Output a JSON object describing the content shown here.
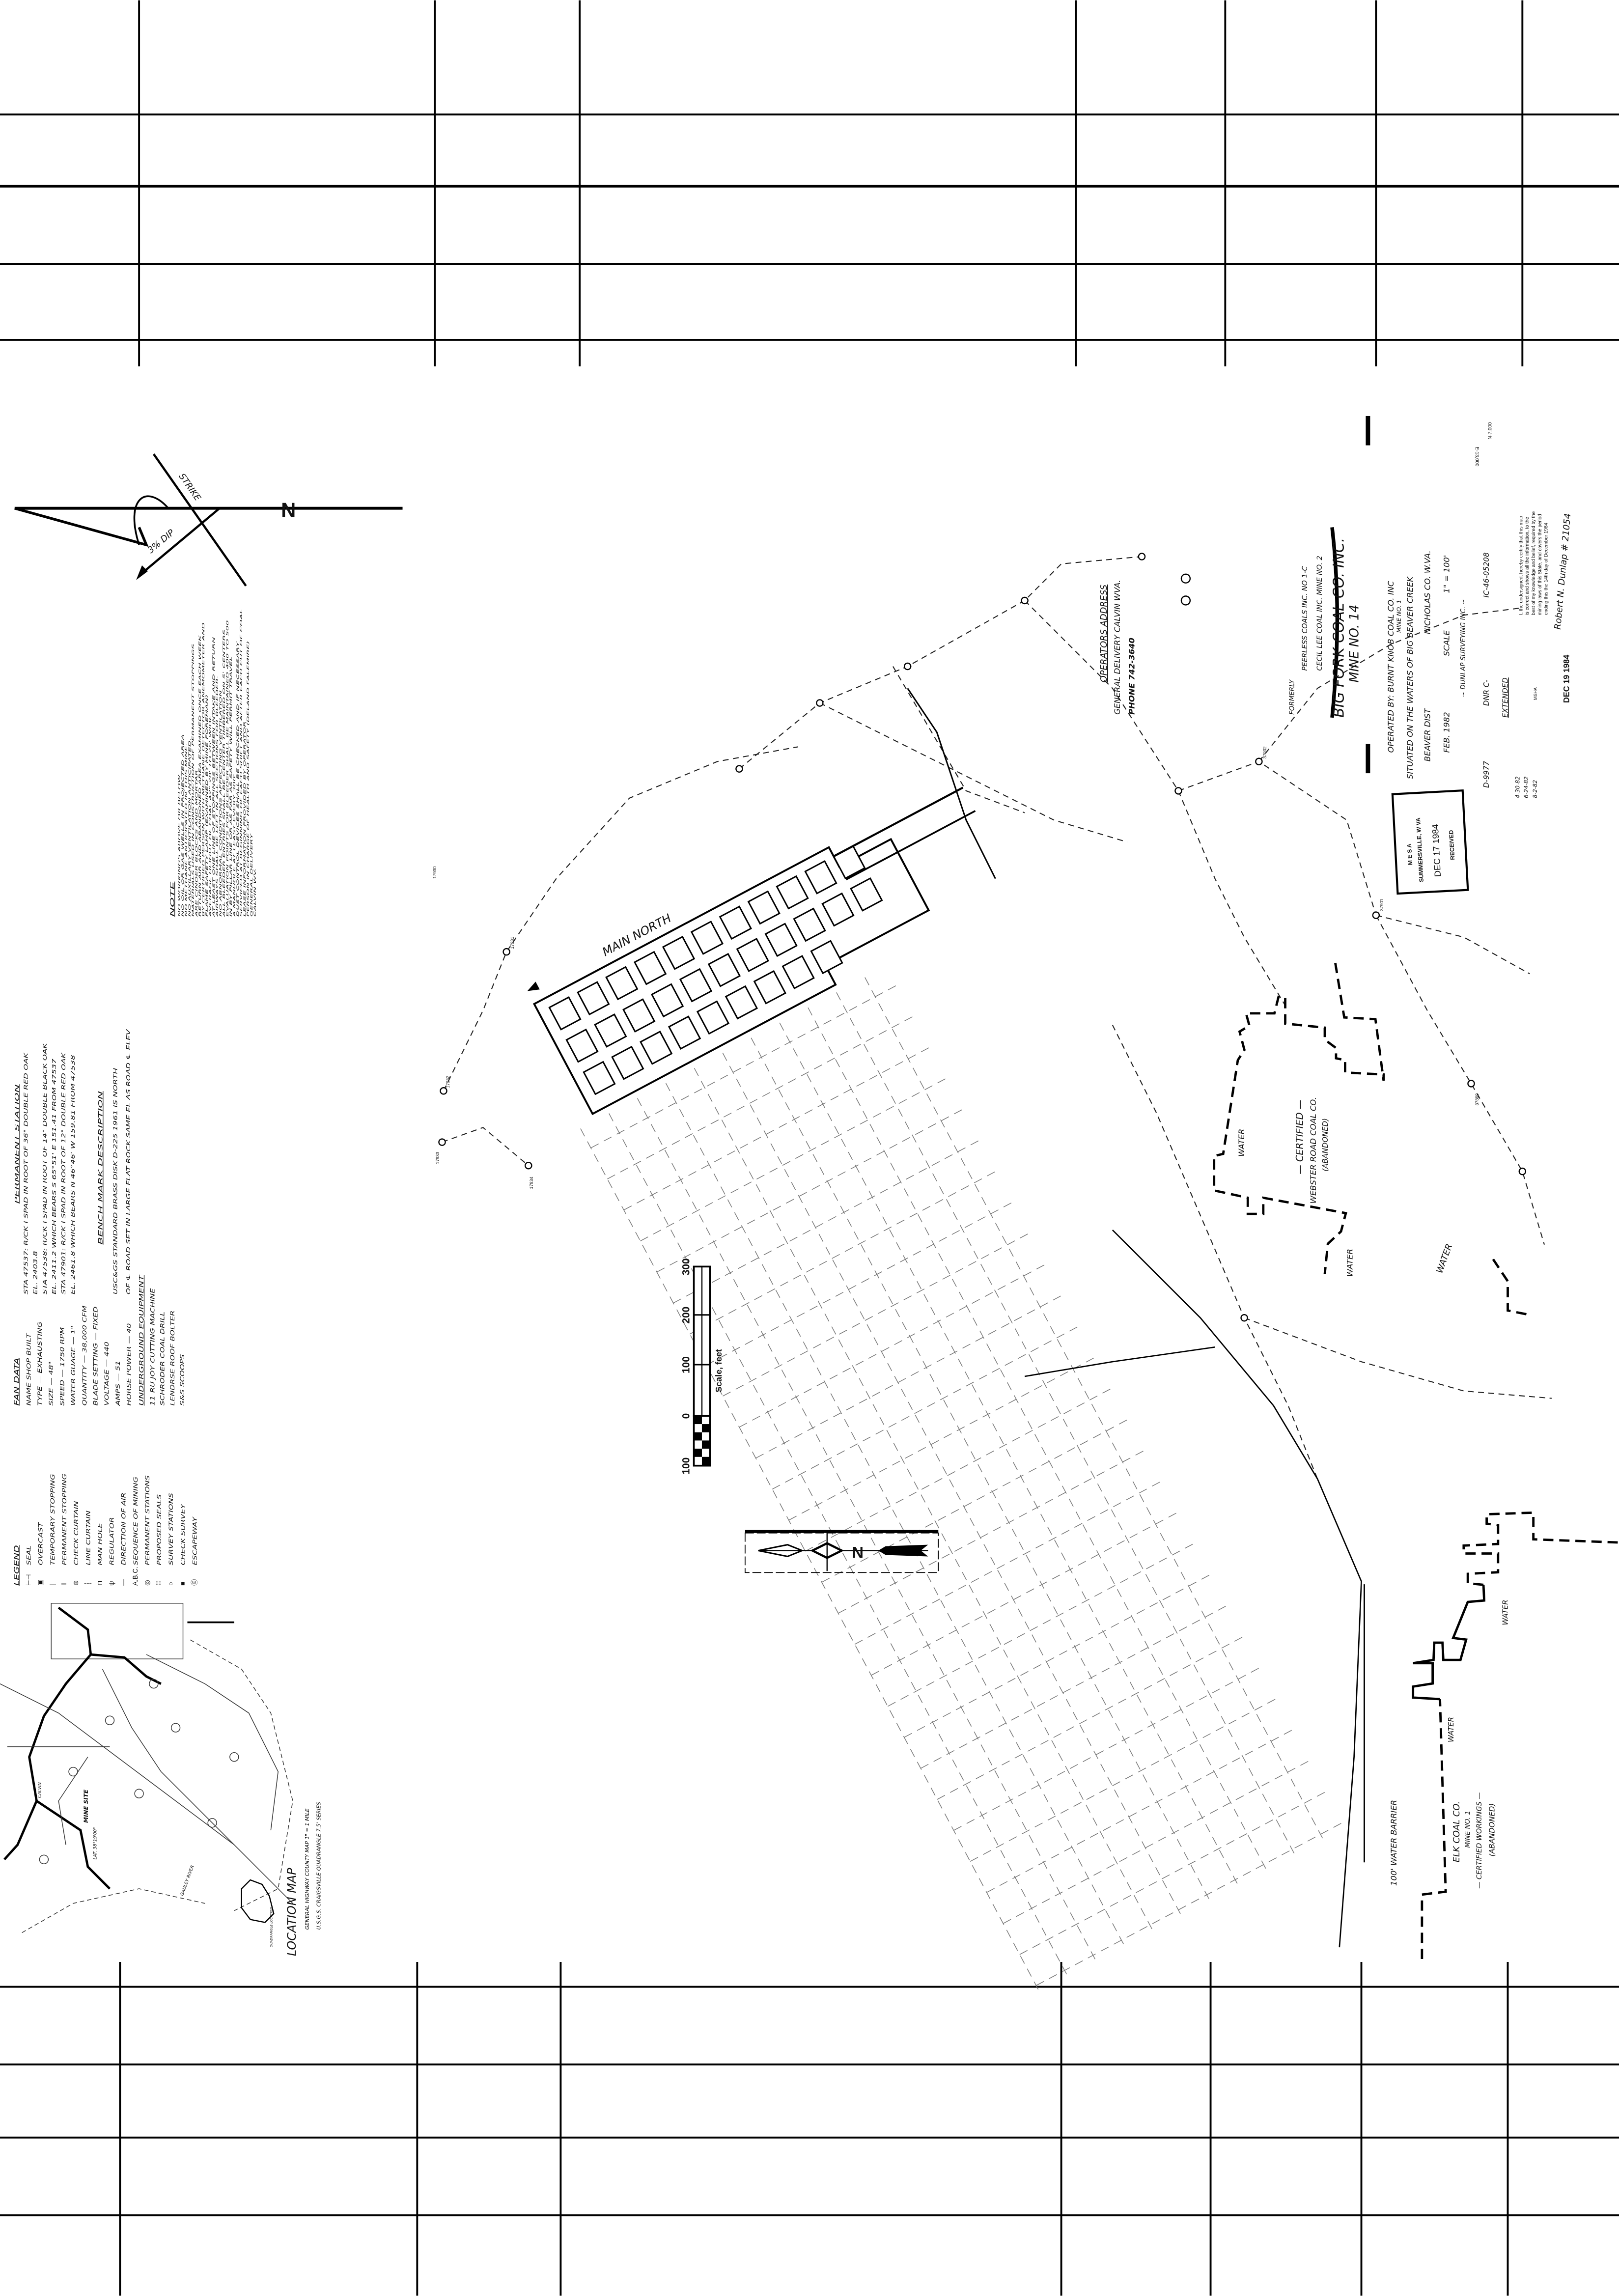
{
  "title_block": {
    "formerly_label": "FORMERLY",
    "formerly_1": "PEERLESS COALS INC. NO 1-C",
    "formerly_2": "CECIL LEE COAL INC. MINE NO. 2",
    "company": "BIG FORK COAL CO. INC.",
    "mine": "MINE NO. 14",
    "operated_by": "OPERATED BY: BURNT KNOB COAL CO. INC",
    "operated_mine": "MINE NO. 1",
    "situated": "SITUATED ON THE WATERS OF BIG BEAVER CREEK",
    "district": "BEAVER DIST",
    "county": "NICHOLAS CO. W.VA.",
    "date": "FEB. 1982",
    "scale_label": "SCALE",
    "scale_value": "1\" = 100'",
    "surveyor": "~ DUNLAP SURVEYING INC. ~",
    "permit_d": "D-9977",
    "dnr": "DNR C-",
    "ic": "IC-46-05208",
    "extended": "EXTENDED",
    "extension_dates": [
      "4-30-82",
      "6-24-82",
      "8-2-82"
    ],
    "certification": [
      "I, the undersigned, hereby certify that this map",
      "is correct and shows all the information, to the",
      "best of my knowledge and belief, required by the",
      "mining laws of this State, and covers the period",
      "ending this the 14th day of December 1984"
    ],
    "signature": "Robert N. Dunlap # 21054",
    "msha_label": "MSHA",
    "msha_date": "DEC 19 1984",
    "coord_e": "E-13,000",
    "coord_n": "N-7,000"
  },
  "stamp": {
    "org": "M E S A",
    "city": "SUMMERSVILLE, W VA",
    "date": "DEC 17 1984",
    "status": "RECEIVED"
  },
  "operators_address": {
    "header": "OPERATORS ADDRESS",
    "line1": "GENERAL DELIVERY CALVIN WVA.",
    "phone": "PHONE 742-3640"
  },
  "notes": {
    "header": "NOTE",
    "lines": [
      "NO WORKINGS ABOVE OR BELOW.",
      "NO OIL OR GAS WELLS IN PROJECTED AREA",
      "NO METHANE ANTICIPATED IN THIS MINE.",
      "NO AUXILLARY VENTILATION ANTICIPATED.",
      "MATERIALS USED IN CONSTRUCTION OF PERMANENT STOPPINGS",
      "ARE CINDER BLOCKS AND MORTAR",
      "RETURN AIR AND ABANDONED AREA EXAMINED ONCE EACH WEEK",
      "BY CERTIFIED PERSON WITH METHANE DETECTOR ANEMOMETER AND",
      "FLAME SAFETY LAMP (EXAMINED BY MINE FOREMAN)",
      "AVERAGE HEIGHT OF COAL 42\" 20' TO 26' WIDE.",
      "AT LEAST ONE LINE OF STOPPINGS BETWEEN INTAKE AND RETURN",
      "AIRWAYS SHALL BE LEFT IN ALL SECTIONS FOR BLEEDER.",
      "NO ABNORMAL CONDITIONS AFFECTING VENTILATION",
      "ALL BLEEDER ENTRIES SHALL BE CENTER TIMBERED ON 5' CENTERS",
      "EVALUATION POINTS FOR BLEEDER SHALL BE MAINTAINED 400 TO 500",
      "IN BY PILLAR LINE OR AS FAR AS SAFETY WILL PERMIT TRAVEL",
      "A MANHOLE AT LEAST EVERY 300'",
      "DUST CONTROL DEVICES SHALL BE CHECKED AND IF NECESSARY",
      "SERVICED AT BEGINNING OF EACH SHIFT AND AFTER EACH CUT OF COAL",
      "LEASE INFORMATION PROVIDED BY OPERATOR",
      "PERSON IN CHARGE OF HEALTH AND SAFETY (DELAND FALEMIRE)",
      "GENERAL DELIVERY",
      "CALVIN WV."
    ]
  },
  "permanent_station": {
    "header": "PERMANENT STATION",
    "lines": [
      "STA 47537: R/CK I SPAD IN ROOT OF 36\" DOUBLE RED OAK",
      "EL. 2403.8",
      "STA 47538: R/CK I SPAD IN ROOT OF 14\" DOUBLE BLACK OAK",
      "EL. 2411.2   WHICH BEARS S 65°51' E 151.41 FROM 47537",
      "STA 47901: R/CK I SPAD IN ROOT OF 12\" DOUBLE RED OAK",
      "EL. 2461.8   WHICH BEARS N 46°46' W 159.81 FROM 47538"
    ]
  },
  "bench_mark": {
    "header": "BENCH MARK DESCRIPTION",
    "lines": [
      "USC&GS STANDARD BRASS DISK D-225 1961 IS NORTH",
      "OF ℄ ROAD SET IN LARGE FLAT ROCK SAME EL AS ROAD ℄ ELEV"
    ]
  },
  "fan_data": {
    "header": "FAN DATA",
    "lines": [
      "NAME   SHOP BUILT",
      "TYPE — EXHAUSTING",
      "SIZE — 48\"",
      "SPEED — 1750 RPM",
      "WATER GUAGE — 1\"",
      "QUANTITY — 38,000 CFM",
      "BLADE SETTING — FIXED",
      "VOLTAGE — 440",
      "AMPS — 51",
      "HORSE POWER — 40"
    ]
  },
  "equipment": {
    "header": "UNDERGROUND EQUIPMENT",
    "lines": [
      "11-RU JOY CUTTING MACHINE",
      "SCHRODER COAL DRILL",
      "LENDRSE ROOF BOLTER",
      "S&S SCOOPS"
    ]
  },
  "legend": {
    "header": "LEGEND",
    "items": [
      {
        "icon": "seal-icon",
        "glyph": "⊢⊣",
        "label": "SEAL"
      },
      {
        "icon": "overcast-icon",
        "glyph": "▣",
        "label": "OVERCAST"
      },
      {
        "icon": "temporary-stopping-icon",
        "glyph": "|",
        "label": "TEMPORARY STOPPING"
      },
      {
        "icon": "permanent-stopping-icon",
        "glyph": "‖",
        "label": "PERMANENT STOPPING"
      },
      {
        "icon": "check-curtain-icon",
        "glyph": "⊕",
        "label": "CHECK CURTAIN"
      },
      {
        "icon": "line-curtain-icon",
        "glyph": "┆",
        "label": "LINE CURTAIN"
      },
      {
        "icon": "man-hole-icon",
        "glyph": "⊓",
        "label": "MAN HOLE"
      },
      {
        "icon": "regulator-icon",
        "glyph": "ψ",
        "label": "REGULATOR"
      },
      {
        "icon": "air-direction-icon",
        "glyph": "—",
        "label": "DIRECTION OF AIR"
      },
      {
        "icon": "mining-sequence-icon",
        "glyph": "A.B.C.",
        "label": "SEQUENCE OF MINING"
      },
      {
        "icon": "permanent-station-icon",
        "glyph": "◎",
        "label": "PERMANENT STATIONS"
      },
      {
        "icon": "proposed-seal-icon",
        "glyph": "⁞⁞⁞",
        "label": "PROPOSED SEALS"
      },
      {
        "icon": "survey-station-icon",
        "glyph": "○",
        "label": "SURVEY STATIONS"
      },
      {
        "icon": "check-survey-icon",
        "glyph": "■",
        "label": "CHECK SURVEY"
      },
      {
        "icon": "escapeway-icon",
        "glyph": "Ⓔ",
        "label": "ESCAPEWAY"
      }
    ]
  },
  "location_map": {
    "title": "LOCATION MAP",
    "subtitle1": "GENERAL HIGHWAY COUNTY MAP 1\" = 1 MILE",
    "subtitle2": "U.S.G.S. CRAIGSVILLE QUADRANGLE 7.5' SERIES",
    "mine_site": "MINE SITE",
    "town": "CALVIN",
    "lat": "LAT. 38°19'00\"",
    "river": "GAULEY RIVER",
    "quad_label": "QUADRANGLE LOCATION"
  },
  "orientation": {
    "strike": "STRIKE",
    "dip": "3% DIP",
    "north": "N"
  },
  "scale_bar": {
    "title": "Scale, feet",
    "ticks": [
      "100",
      "0",
      "100",
      "200",
      "300"
    ]
  },
  "areas": {
    "webster_certified": "— CERTIFIED —",
    "webster_name": "WEBSTER ROAD COAL CO.",
    "webster_status": "(ABANDONED)",
    "water": "WATER",
    "barrier": "100' WATER BARRIER",
    "elk_name": "ELK COAL CO.",
    "elk_mine": "MINE NO. 1",
    "elk_certified": "— CERTIFIED WORKINGS —",
    "elk_status": "(ABANDONED)",
    "main_north": "MAIN NORTH"
  },
  "survey_stations": [
    "17930",
    "17931",
    "17932",
    "17933",
    "17934",
    "37901",
    "37902",
    "37899"
  ],
  "colors": {
    "ink": "#000000",
    "paper": "#ffffff"
  }
}
